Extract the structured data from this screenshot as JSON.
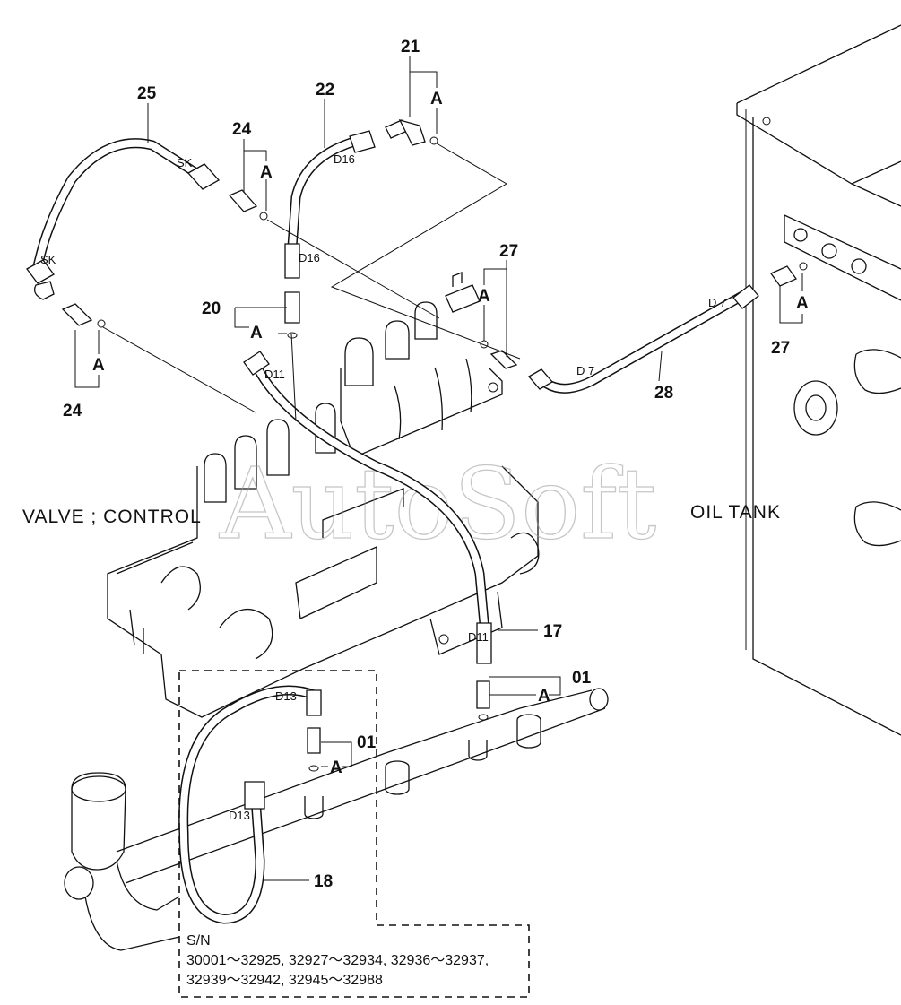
{
  "callouts": {
    "p25": "25",
    "p22": "22",
    "p21": "21",
    "p24_top": "24",
    "p24_bottom": "24",
    "p20": "20",
    "p27_top": "27",
    "p27_right": "27",
    "p28": "28",
    "p17": "17",
    "p01_right": "01",
    "p01_inner": "01",
    "p18": "18",
    "a_21": "A",
    "a_24_top": "A",
    "a_24_bottom": "A",
    "a_20": "A",
    "a_27_top": "A",
    "a_27_right": "A",
    "a_01_right": "A",
    "a_01_inner": "A"
  },
  "hose_tags": {
    "sk_upper": "SK",
    "sk_lower": "SK",
    "d16_upper": "D16",
    "d16_lower": "D16",
    "d11_upper": "D11",
    "d11_lower": "D11",
    "d7_upper": "D 7",
    "d7_lower": "D 7",
    "d13_upper": "D13",
    "d13_lower": "D13"
  },
  "labels": {
    "valve": "VALVE ; CONTROL",
    "tank": "OIL TANK"
  },
  "serial_note": {
    "line1": "S/N",
    "line2": "30001～32925, 32927～32934, 32936～32937,",
    "line3": "32939～32942, 32945～32988"
  },
  "watermark": "AutoSoft"
}
